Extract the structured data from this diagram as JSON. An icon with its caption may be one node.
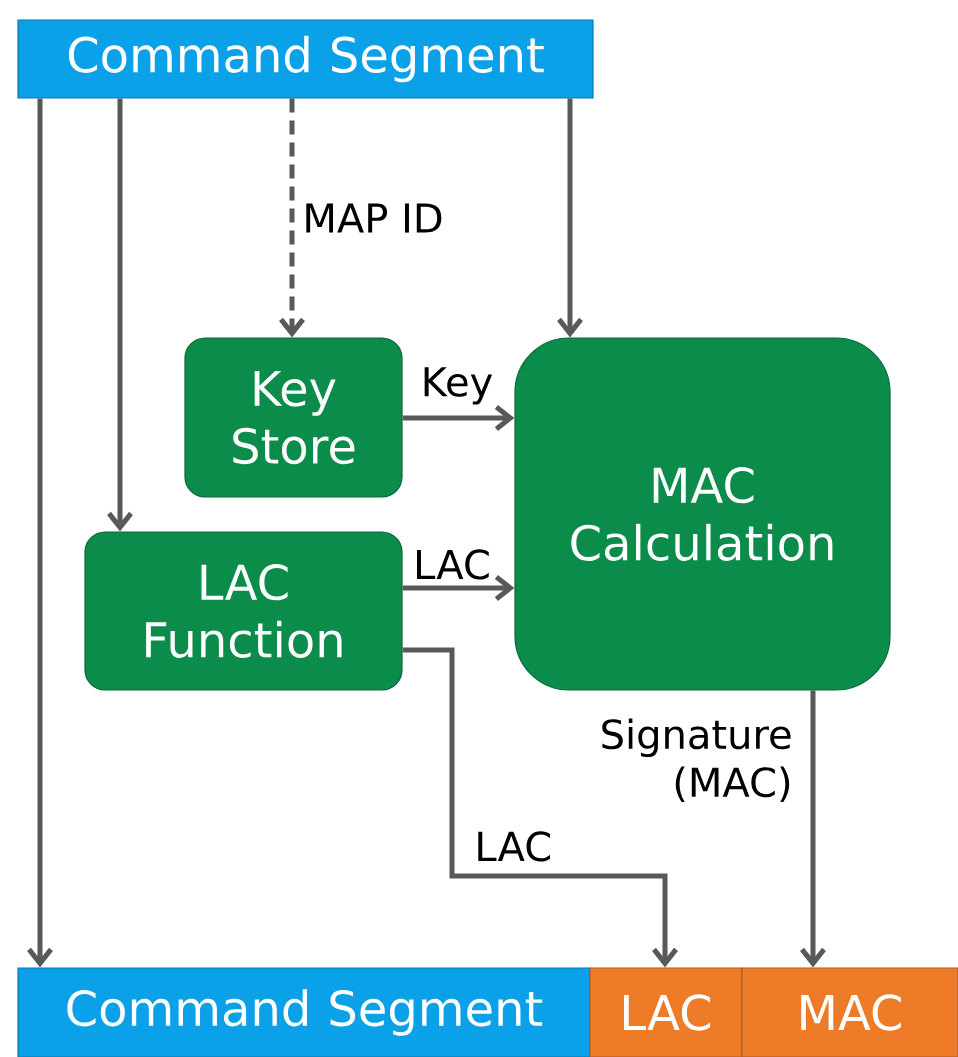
{
  "diagram": {
    "nodes": [
      {
        "text": [
          "Command Segment"
        ]
      },
      {
        "text": [
          "Key Store"
        ]
      },
      {
        "text": [
          "LAC Function"
        ]
      },
      {
        "text": [
          "MAC Calculation"
        ]
      },
      {
        "text": [
          "Command Segment"
        ]
      },
      {
        "text": [
          "LAC"
        ]
      },
      {
        "text": [
          "MAC"
        ]
      }
    ],
    "edges": [
      {
        "from": 0,
        "to": 4,
        "arrow": "to"
      },
      {
        "from": 0,
        "to": 2,
        "arrow": "to"
      },
      {
        "from": 0,
        "to": 1,
        "arrow": "to",
        "label": "MAP ID",
        "style": "dashed"
      },
      {
        "from": 0,
        "to": 3,
        "arrow": "to"
      },
      {
        "from": 1,
        "to": 3,
        "arrow": "to",
        "label": "Key"
      },
      {
        "from": 2,
        "to": 3,
        "arrow": "to",
        "label": "LAC"
      },
      {
        "from": 2,
        "to": 5,
        "arrow": "to",
        "label": "LAC"
      },
      {
        "from": 3,
        "to": 6,
        "arrow": "to",
        "label": "Signature (MAC)"
      }
    ]
  }
}
